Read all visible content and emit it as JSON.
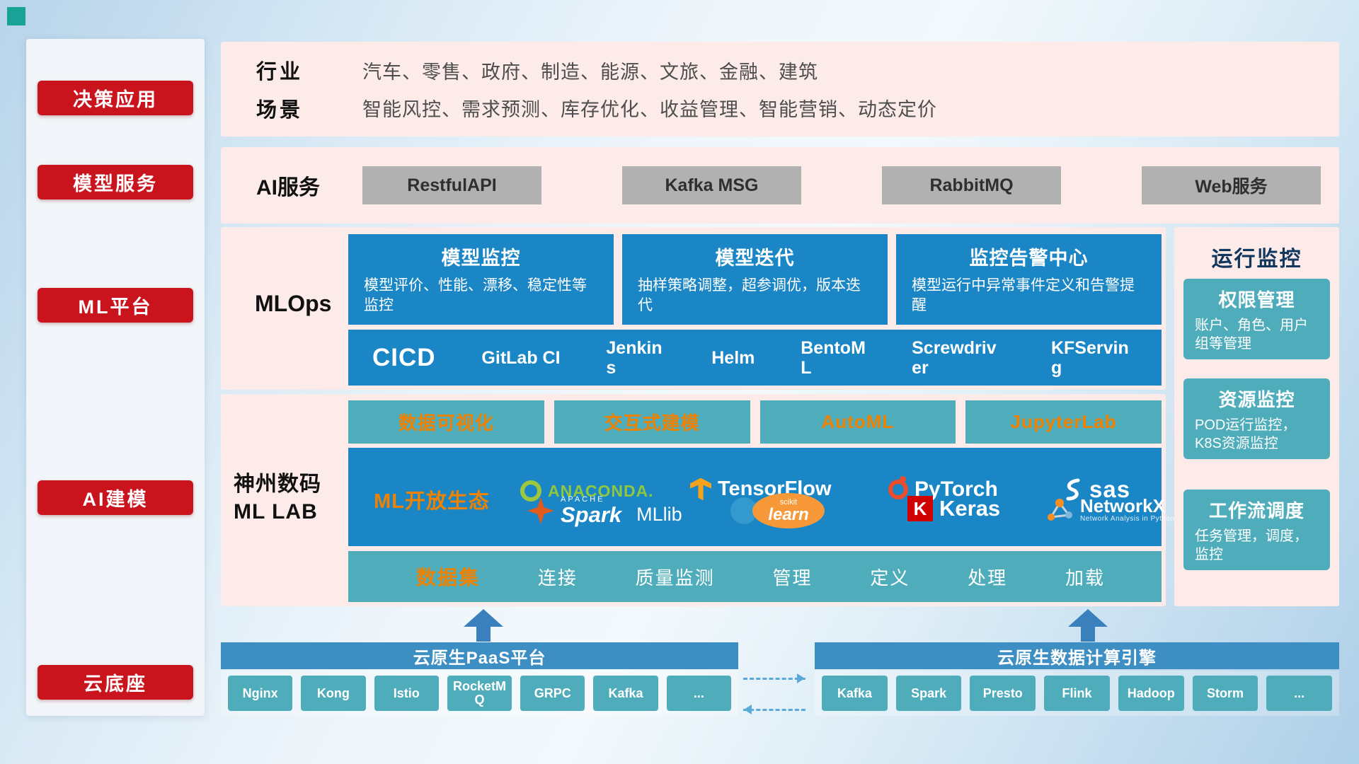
{
  "sidebar": {
    "items": [
      {
        "label": "决策应用"
      },
      {
        "label": "模型服务"
      },
      {
        "label": "ML平台"
      },
      {
        "label": "AI建模"
      },
      {
        "label": "云底座"
      }
    ]
  },
  "industry": {
    "row1_label": "行业",
    "row1_text": "汽车、零售、政府、制造、能源、文旅、金融、建筑",
    "row2_label": "场景",
    "row2_text": "智能风控、需求预测、库存优化、收益管理、智能营销、动态定价"
  },
  "ai_service": {
    "label": "AI服务",
    "buttons": [
      {
        "label": "RestfulAPI"
      },
      {
        "label": "Kafka MSG"
      },
      {
        "label": "RabbitMQ"
      },
      {
        "label": "Web服务"
      }
    ]
  },
  "mlops": {
    "label": "MLOps",
    "cards": [
      {
        "title": "模型监控",
        "desc": "模型评价、性能、漂移、稳定性等监控"
      },
      {
        "title": "模型迭代",
        "desc": "抽样策略调整，超参调优，版本迭代"
      },
      {
        "title": "监控告警中心",
        "desc": "模型运行中异常事件定义和告警提醒"
      }
    ],
    "cicd": {
      "label": "CICD",
      "items": [
        {
          "label": "GitLab CI"
        },
        {
          "label": "Jenkins"
        },
        {
          "label": "Helm"
        },
        {
          "label": "BentoML"
        },
        {
          "label": "Screwdriver"
        },
        {
          "label": "KFServing"
        }
      ]
    }
  },
  "mllab": {
    "label_line1": "神州数码",
    "label_line2": "ML LAB",
    "tools": [
      {
        "label": "数据可视化"
      },
      {
        "label": "交互式建模"
      },
      {
        "label": "AutoML"
      },
      {
        "label": "JupyterLab"
      }
    ],
    "ecosystem": {
      "label": "ML开放生态",
      "logos": {
        "anaconda": {
          "text": "ANACONDA."
        },
        "tensorflow": {
          "text": "TensorFlow"
        },
        "pytorch": {
          "text": "PyTorch"
        },
        "sas": {
          "text": "sas"
        },
        "spark": {
          "sub": "APACHE",
          "text": "Spark",
          "extra": "MLlib"
        },
        "sklearn": {
          "sub": "scikit",
          "text": "learn"
        },
        "keras": {
          "badge": "K",
          "text": "Keras"
        },
        "networkx": {
          "text": "NetworkX",
          "sub": "Network Analysis in Python"
        }
      }
    },
    "dataset": {
      "label": "数据集",
      "items": [
        {
          "label": "连接"
        },
        {
          "label": "质量监测"
        },
        {
          "label": "管理"
        },
        {
          "label": "定义"
        },
        {
          "label": "处理"
        },
        {
          "label": "加载"
        }
      ]
    }
  },
  "monitor": {
    "title": "运行监控",
    "cards": [
      {
        "title": "权限管理",
        "desc": "账户、角色、用户组等管理"
      },
      {
        "title": "资源监控",
        "desc": "POD运行监控，K8S资源监控"
      },
      {
        "title": "工作流调度",
        "desc": "任务管理，调度，监控"
      }
    ]
  },
  "bottom": {
    "paas": {
      "title": "云原生PaaS平台",
      "items": [
        {
          "label": "Nginx"
        },
        {
          "label": "Kong"
        },
        {
          "label": "Istio"
        },
        {
          "label": "RocketMQ"
        },
        {
          "label": "GRPC"
        },
        {
          "label": "Kafka"
        },
        {
          "label": "..."
        }
      ]
    },
    "engine": {
      "title": "云原生数据计算引擎",
      "items": [
        {
          "label": "Kafka"
        },
        {
          "label": "Spark"
        },
        {
          "label": "Presto"
        },
        {
          "label": "Flink"
        },
        {
          "label": "Hadoop"
        },
        {
          "label": "Storm"
        },
        {
          "label": "..."
        }
      ]
    }
  },
  "colors": {
    "accent_red": "#c9141d",
    "panel_pink": "#fcebe8",
    "card_blue": "#1a86c6",
    "teal": "#4fadbb",
    "accent_orange": "#ef8200",
    "bar_blue": "#3d8ec2",
    "gray_button": "#b1b1b1"
  }
}
